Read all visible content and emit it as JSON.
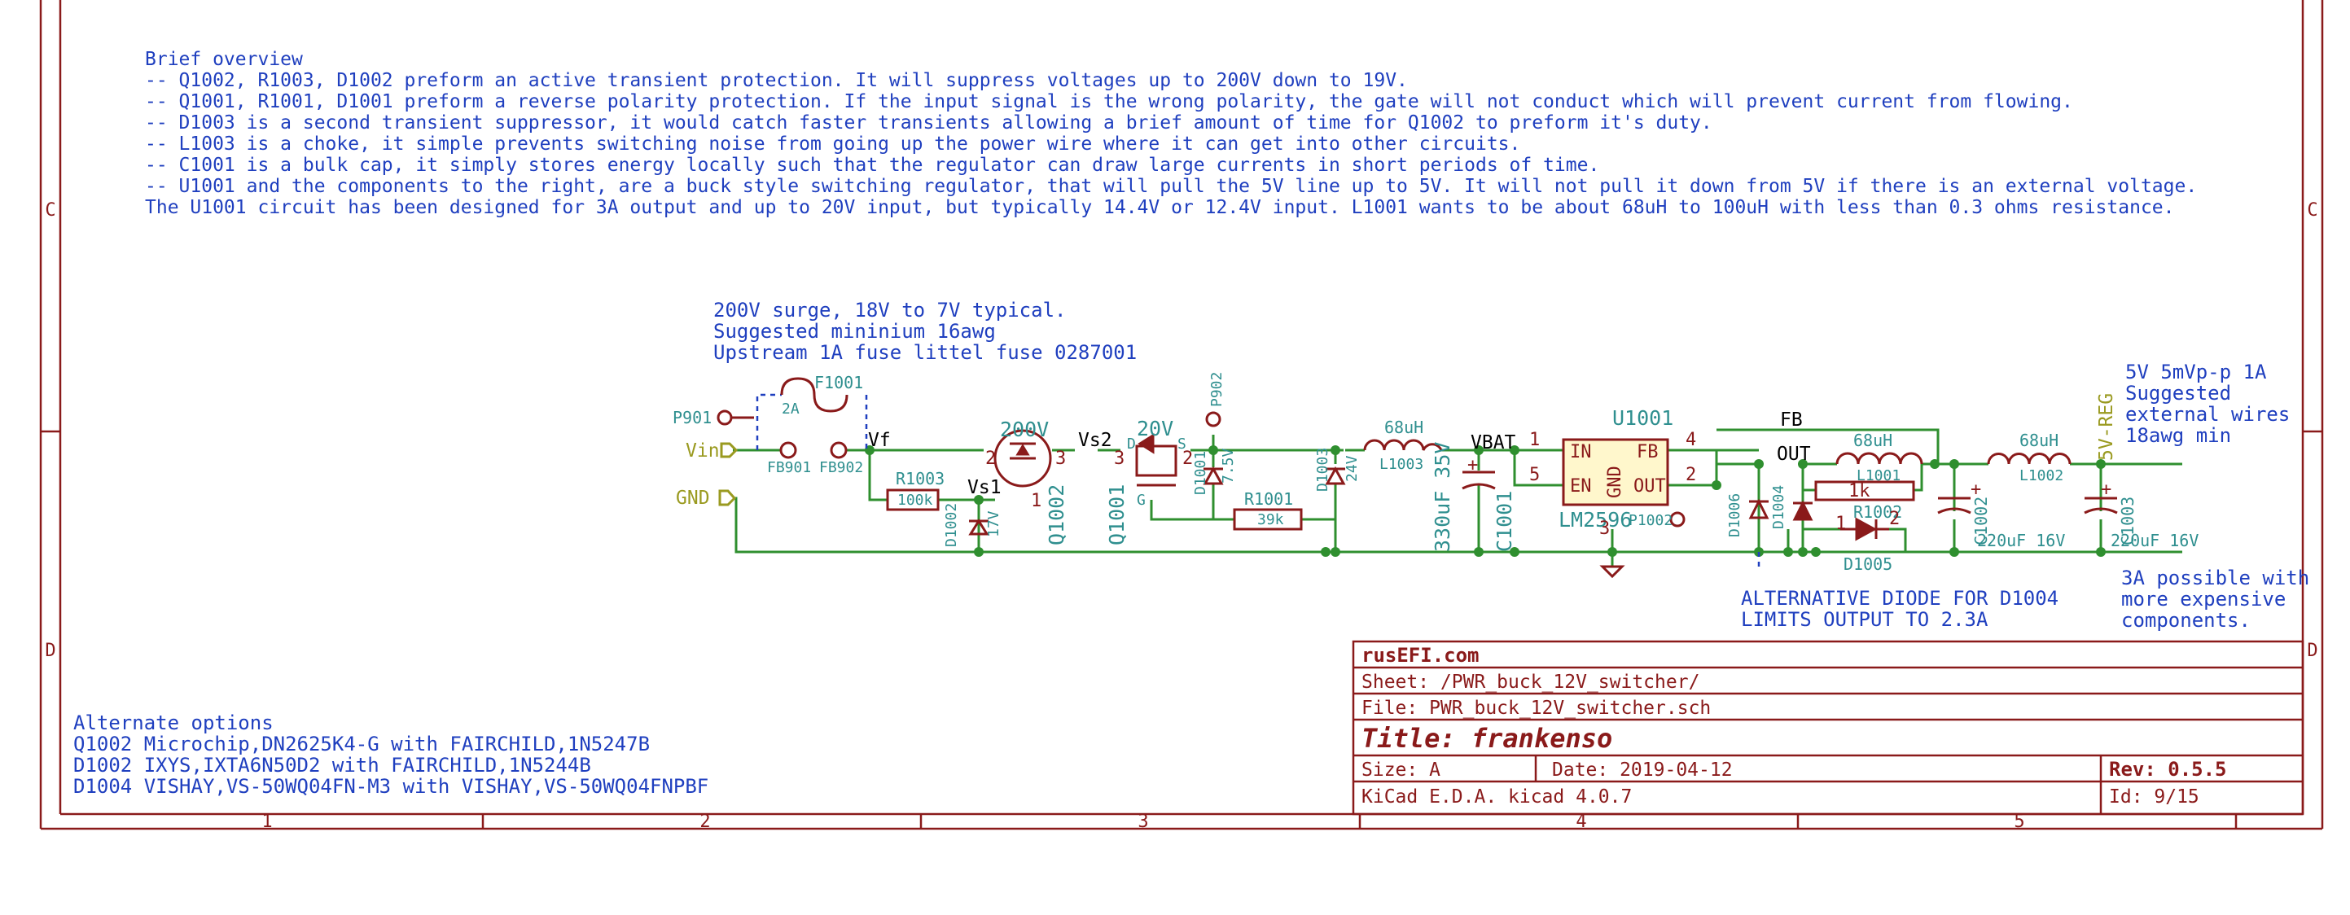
{
  "overview": {
    "heading": "Brief overview",
    "lines": [
      "-- Q1002, R1003, D1002 preform an active transient protection. It will suppress voltages up to 200V down to 19V.",
      "-- Q1001, R1001, D1001 preform a reverse polarity protection. If the input signal is the wrong polarity, the gate will not conduct which will prevent current from flowing.",
      "-- D1003 is a second transient suppressor, it would catch faster transients allowing a brief amount of time for Q1002 to preform it's duty.",
      "-- L1003 is a choke, it simple prevents switching noise from going up the power wire where it can get into other circuits.",
      "-- C1001 is a bulk cap, it simply stores energy locally such that the regulator can draw large currents in short periods of time.",
      "-- U1001 and the components to the right, are a buck style switching regulator, that will pull the 5V line up to 5V. It will not pull it down from 5V if there is an external voltage.",
      "The U1001 circuit has been designed for 3A output and up to 20V input, but typically 14.4V or 12.4V input. L1001 wants to be about 68uH to 100uH with less than 0.3 ohms resistance."
    ]
  },
  "surge_note": [
    "200V surge, 18V to 7V typical.",
    "Suggested mininium 16awg",
    "Upstream 1A fuse littel fuse 0287001"
  ],
  "output_note": [
    "5V  5mVp-p 1A",
    "Suggested",
    "external wires",
    "18awg min"
  ],
  "alt_diode_note": [
    "ALTERNATIVE DIODE FOR D1004",
    "LIMITS OUTPUT TO 2.3A"
  ],
  "three_amp_note": [
    "3A possible with",
    "more expensive",
    "components."
  ],
  "alternate_options": {
    "heading": "Alternate options",
    "lines": [
      "Q1002 Microchip,DN2625K4-G with FAIRCHILD,1N5247B",
      "D1002 IXYS,IXTA6N50D2 with FAIRCHILD,1N5244B",
      "D1004 VISHAY,VS-50WQ04FN-M3 with VISHAY,VS-50WQ04FNPBF"
    ]
  },
  "labels": {
    "p901": "P901",
    "vin": "Vin",
    "gnd": "GND",
    "fb901": "FB901",
    "fb902": "FB902",
    "f1001": "F1001",
    "f1001_val": "2A",
    "vf": "Vf",
    "r1003": "R1003",
    "r1003_val": "100k",
    "vs1": "Vs1",
    "d1002": "D1002",
    "d1002_val": "17V",
    "q1002": "Q1002",
    "q1002_val": "200V",
    "vs2": "Vs2",
    "q1001": "Q1001",
    "q1001_val": "20V",
    "p902": "P902",
    "d1001": "D1001",
    "d1001_val": "7.5V",
    "r1001": "R1001",
    "r1001_val": "39k",
    "d1003": "D1003",
    "d1003_val": "24V",
    "l1003": "L1003",
    "l1003_val": "68uH",
    "vbat": "VBAT",
    "c1001": "C1001",
    "c1001_val": "330uF 35V",
    "u1001": "U1001",
    "u1001_part": "LM2596",
    "pin_in": "IN",
    "pin_en": "EN",
    "pin_gnd": "GND",
    "pin_fb": "FB",
    "pin_out": "OUT",
    "p1002": "P1002",
    "fb": "FB",
    "out": "OUT",
    "d1006": "D1006",
    "d1004": "D1004",
    "l1001": "L1001",
    "l1001_val": "68uH",
    "r1002": "R1002",
    "r1002_val": "1k",
    "d1005": "D1005",
    "c1002": "C1002",
    "c1002_val": "220uF 16V",
    "l1002": "L1002",
    "l1002_val": "68uH",
    "c1003": "C1003",
    "c1003_val": "220uF 16V",
    "reg": "5V-REG",
    "pins": {
      "p1": "1",
      "p2": "2",
      "p3": "3",
      "p4": "4",
      "p5": "5",
      "d": "D",
      "s": "S",
      "g": "G"
    }
  },
  "zones": {
    "top": [
      "1",
      "2",
      "3",
      "4",
      "5"
    ],
    "rows": [
      "C",
      "D"
    ]
  },
  "titleblock": {
    "company": "rusEFI.com",
    "sheet": "Sheet: /PWR_buck_12V_switcher/",
    "file": "File: PWR_buck_12V_switcher.sch",
    "title": "Title: frankenso",
    "size": "Size: A",
    "date": "Date: 2019-04-12",
    "rev": "Rev: 0.5.5",
    "tool": "KiCad E.D.A.  kicad 4.0.7",
    "id": "Id: 9/15"
  },
  "colors": {
    "frame": "#8a1a1a",
    "wire": "#2f8f2f",
    "note": "#1f3fbf",
    "ref": "#2f8f8f",
    "label": "#9a9a20"
  }
}
